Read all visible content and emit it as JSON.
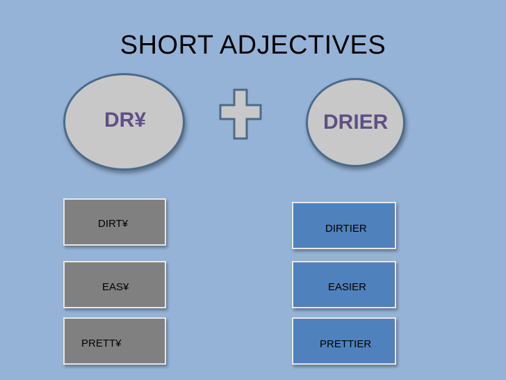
{
  "title": "SHORT ADJECTIVES",
  "left_oval": {
    "text": "DR¥"
  },
  "plus_icon": "plus-icon",
  "right_oval": {
    "text": "DRIER"
  },
  "base_words": [
    "DIRT¥",
    "EAS¥",
    "PRETT¥"
  ],
  "comparatives": [
    "DIRTIER",
    "EASIER",
    "PRETTIER"
  ],
  "colors": {
    "background": "#95b3d7",
    "oval_fill": "#c8c8c8",
    "oval_text": "#5e5084",
    "gray_box": "#808080",
    "blue_box": "#4f81bd"
  }
}
